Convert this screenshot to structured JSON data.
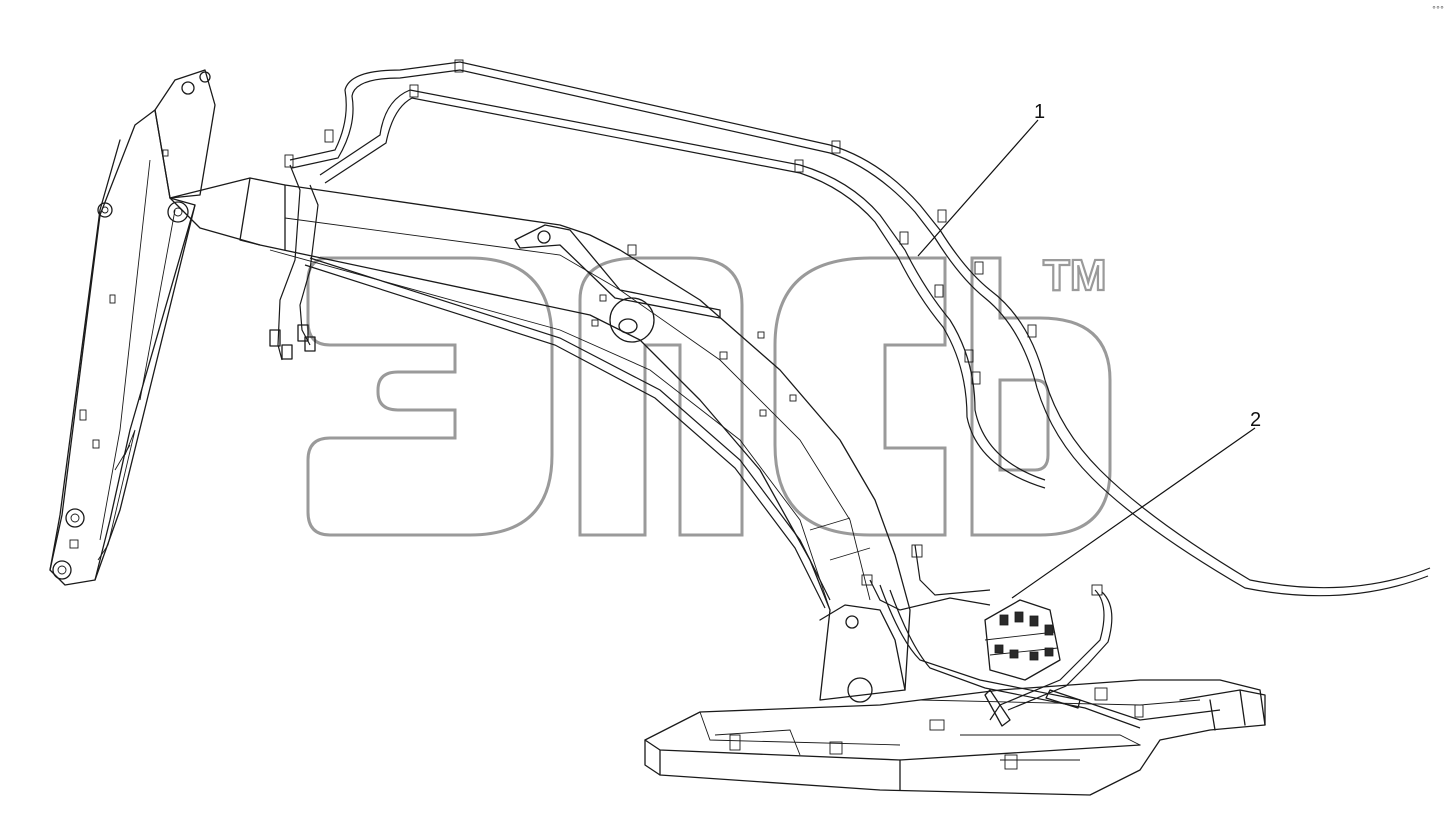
{
  "callouts": [
    {
      "number": "1"
    },
    {
      "number": "2"
    }
  ],
  "watermark": {
    "trademark": "TM"
  },
  "corner_mark": "°°°",
  "colors": {
    "line": "#1a1a1a",
    "watermark": "#9a9a9a",
    "background": "#ffffff"
  }
}
